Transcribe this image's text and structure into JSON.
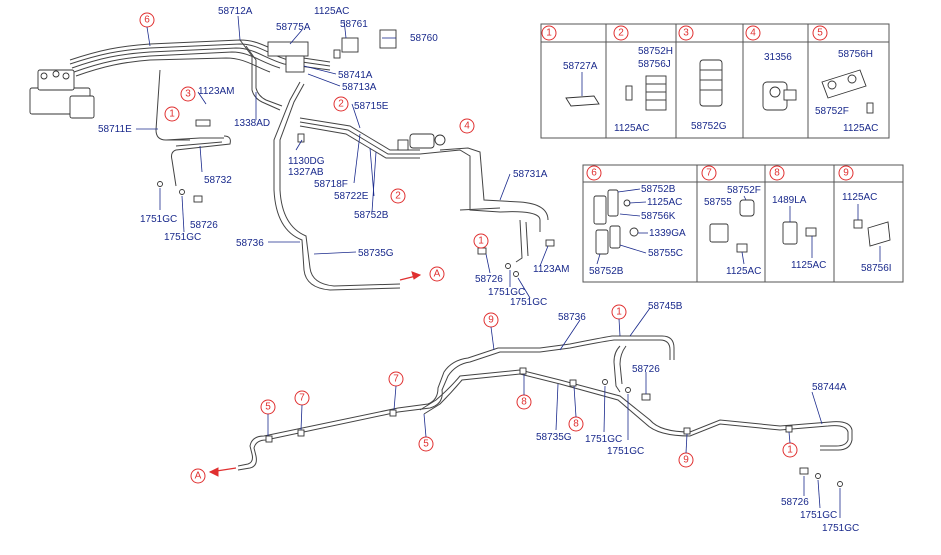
{
  "legend": {
    "top": [
      {
        "num": "1",
        "parts": [
          "58727A"
        ]
      },
      {
        "num": "2",
        "parts": [
          "58752H",
          "58756J",
          "1125AC"
        ]
      },
      {
        "num": "3",
        "parts": [
          "58752G"
        ]
      },
      {
        "num": "4",
        "parts": [
          "31356"
        ]
      },
      {
        "num": "5",
        "parts": [
          "58756H",
          "58752F",
          "1125AC"
        ]
      }
    ],
    "bottom": [
      {
        "num": "6",
        "parts": [
          "58752B",
          "1125AC",
          "58756K",
          "1339GA",
          "58752B",
          "58755C"
        ]
      },
      {
        "num": "7",
        "parts": [
          "58752F",
          "58755",
          "1125AC"
        ]
      },
      {
        "num": "8",
        "parts": [
          "1489LA",
          "1125AC"
        ]
      },
      {
        "num": "9",
        "parts": [
          "1125AC",
          "58756I"
        ]
      }
    ]
  },
  "upper_assembly": {
    "callouts": [
      "6",
      "3",
      "1",
      "2",
      "2",
      "4",
      "1"
    ],
    "parts": {
      "p58712A": "58712A",
      "p1125AC": "1125AC",
      "p58761": "58761",
      "p58775A": "58775A",
      "p58760": "58760",
      "p58741A": "58741A",
      "p58713A": "58713A",
      "p1123AM_a": "1123AM",
      "p1338AD": "1338AD",
      "p58715E": "58715E",
      "p58711E": "58711E",
      "p1130DG": "1130DG",
      "p1327AB": "1327AB",
      "p58718F": "58718F",
      "p58722E": "58722E",
      "p58752B": "58752B",
      "p58732": "58732",
      "p58731A": "58731A",
      "p1751GC_a": "1751GC",
      "p58726_a": "58726",
      "p1751GC_b": "1751GC",
      "p58736": "58736",
      "p58735G": "58735G",
      "p58726_b": "58726",
      "p1123AM_b": "1123AM",
      "p1751GC_c": "1751GC",
      "p1751GC_d": "1751GC"
    },
    "arrow_label": "A"
  },
  "lower_assembly": {
    "callouts": [
      "9",
      "1",
      "5",
      "7",
      "7",
      "8",
      "8",
      "9",
      "5",
      "1"
    ],
    "parts": {
      "p58736": "58736",
      "p58745B": "58745B",
      "p58726_a": "58726",
      "p58744A": "58744A",
      "p58735G": "58735G",
      "p1751GC_a": "1751GC",
      "p1751GC_b": "1751GC",
      "p58726_b": "58726",
      "p1751GC_c": "1751GC",
      "p1751GC_d": "1751GC"
    },
    "arrow_label": "A"
  },
  "colors": {
    "part_number": "#1a2a8c",
    "callout": "#e03030",
    "line": "#444444"
  }
}
